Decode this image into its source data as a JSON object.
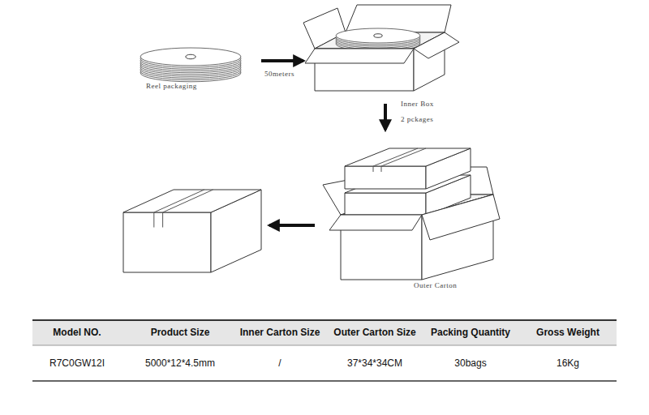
{
  "diagram": {
    "labels": [
      "Reel packaging",
      "50meters",
      "Inner Box",
      "2 pckages",
      "Outer Carton",
      "Model NO.",
      "Product Size",
      "Inner Carton Size",
      "Outer Carton Size",
      "Packing Quantity",
      "Gross Weight",
      "R7C0GW12I",
      "5000*12*4.5mm",
      "/",
      "37*34*34CM",
      "30bags",
      "16Kg"
    ]
  }
}
